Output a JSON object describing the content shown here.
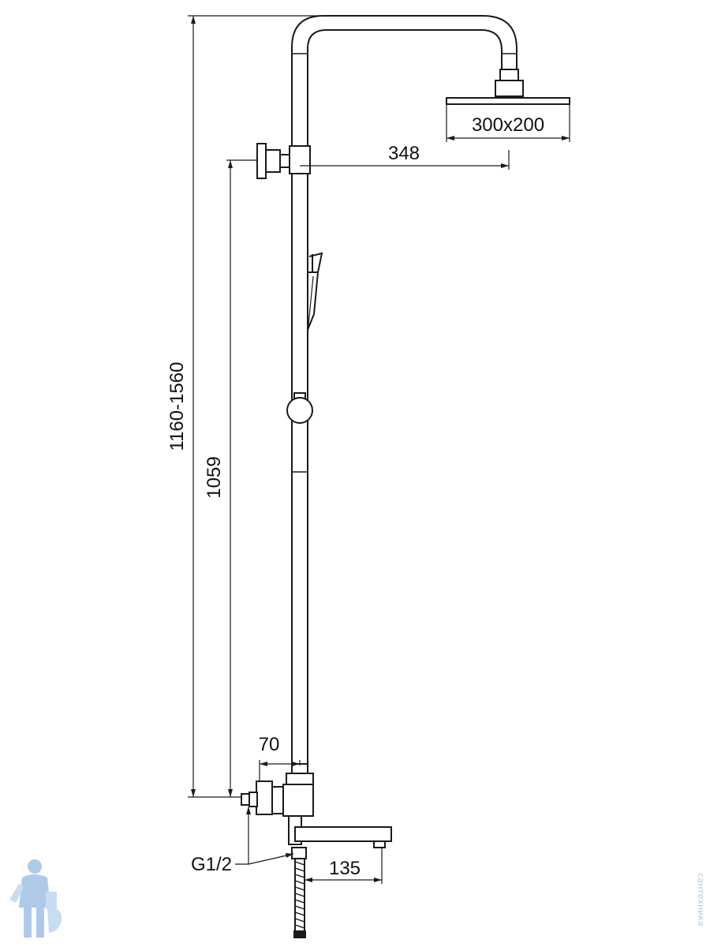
{
  "dimensions": {
    "total_height": "1160-1560",
    "mixer_height": "1059",
    "arm_reach": "348",
    "head_size": "300x200",
    "axis_spacing": "70",
    "inlet_thread": "G1/2",
    "spout_reach": "135"
  },
  "watermark_text": "сантехника",
  "colors": {
    "line": "#1a1a1a",
    "background": "#ffffff",
    "logo": "#6fa0d8"
  }
}
